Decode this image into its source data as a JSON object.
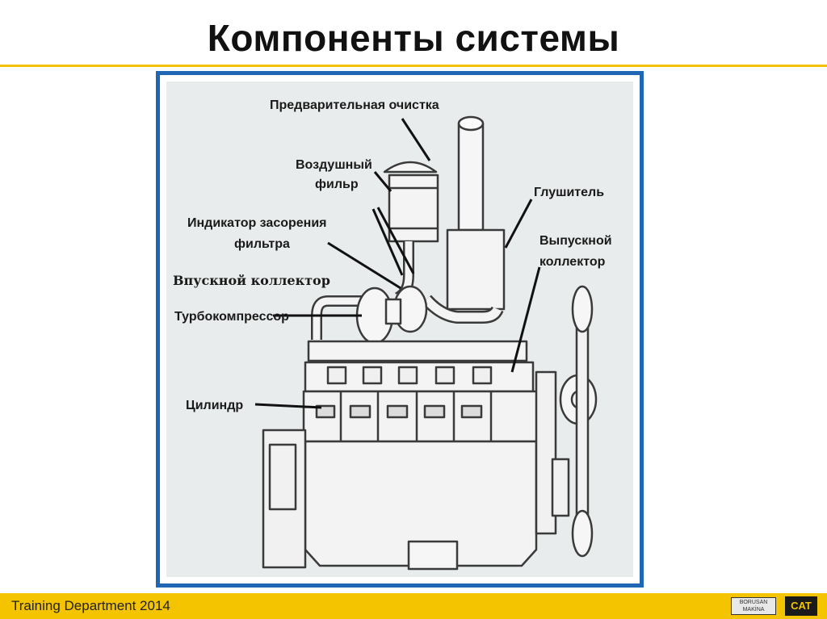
{
  "slide": {
    "title": "Компоненты системы"
  },
  "diagram": {
    "labels": {
      "precleaner": "Предварительная очистка",
      "air_filter_line1": "Воздушный",
      "air_filter_line2": "фильр",
      "muffler": "Глушитель",
      "restriction_indicator_line1": "Индикатор засорения",
      "restriction_indicator_line2": "фильтра",
      "exhaust_manifold_line1": "Выпускной",
      "exhaust_manifold_line2": "коллектор",
      "intake_manifold": "Впускной коллектор",
      "turbocharger": "Турбокомпрессор",
      "cylinder": "Цилиндр"
    }
  },
  "footer": {
    "text": "Training Department 2014",
    "dealer_logo_line1": "BORUSAN",
    "dealer_logo_line2": "MAKİNA",
    "brand_logo": "CAT"
  },
  "colors": {
    "accent_yellow": "#f4c400",
    "frame_blue": "#1f66b4"
  }
}
